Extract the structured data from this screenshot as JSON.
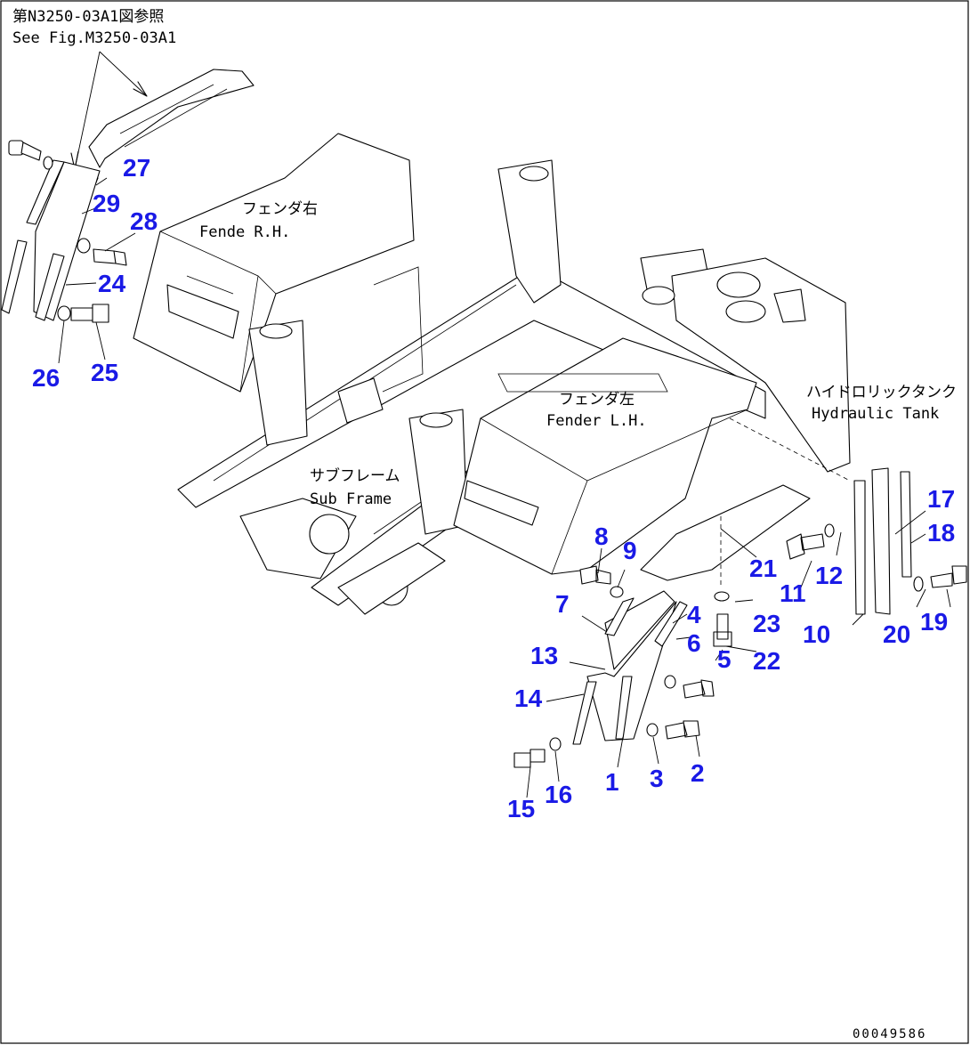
{
  "reference": {
    "jp": "第N3250-03A1図参照",
    "en": "See Fig.M3250-03A1"
  },
  "labels": {
    "fender_rh_jp": "フェンダ右",
    "fender_rh_en": "Fende  R.H.",
    "fender_lh_jp": "フェンダ左",
    "fender_lh_en": "Fender L.H.",
    "hydraulic_tank_jp": "ハイドロリックタンク",
    "hydraulic_tank_en": "Hydraulic Tank",
    "sub_frame_jp": "サブフレーム",
    "sub_frame_en": "Sub Frame"
  },
  "drawing_code": "00049586",
  "part_numbers": {
    "p1": "1",
    "p2": "2",
    "p3": "3",
    "p4": "4",
    "p5": "5",
    "p6": "6",
    "p7": "7",
    "p8": "8",
    "p9": "9",
    "p10": "10",
    "p11": "11",
    "p12": "12",
    "p13": "13",
    "p14": "14",
    "p15": "15",
    "p16": "16",
    "p17": "17",
    "p18": "18",
    "p19": "19",
    "p20": "20",
    "p21": "21",
    "p22": "22",
    "p23": "23",
    "p24": "24",
    "p25": "25",
    "p26": "26",
    "p27": "27",
    "p28": "28",
    "p29": "29"
  },
  "colors": {
    "part_number": "#1a1ae6",
    "line": "#000000"
  }
}
